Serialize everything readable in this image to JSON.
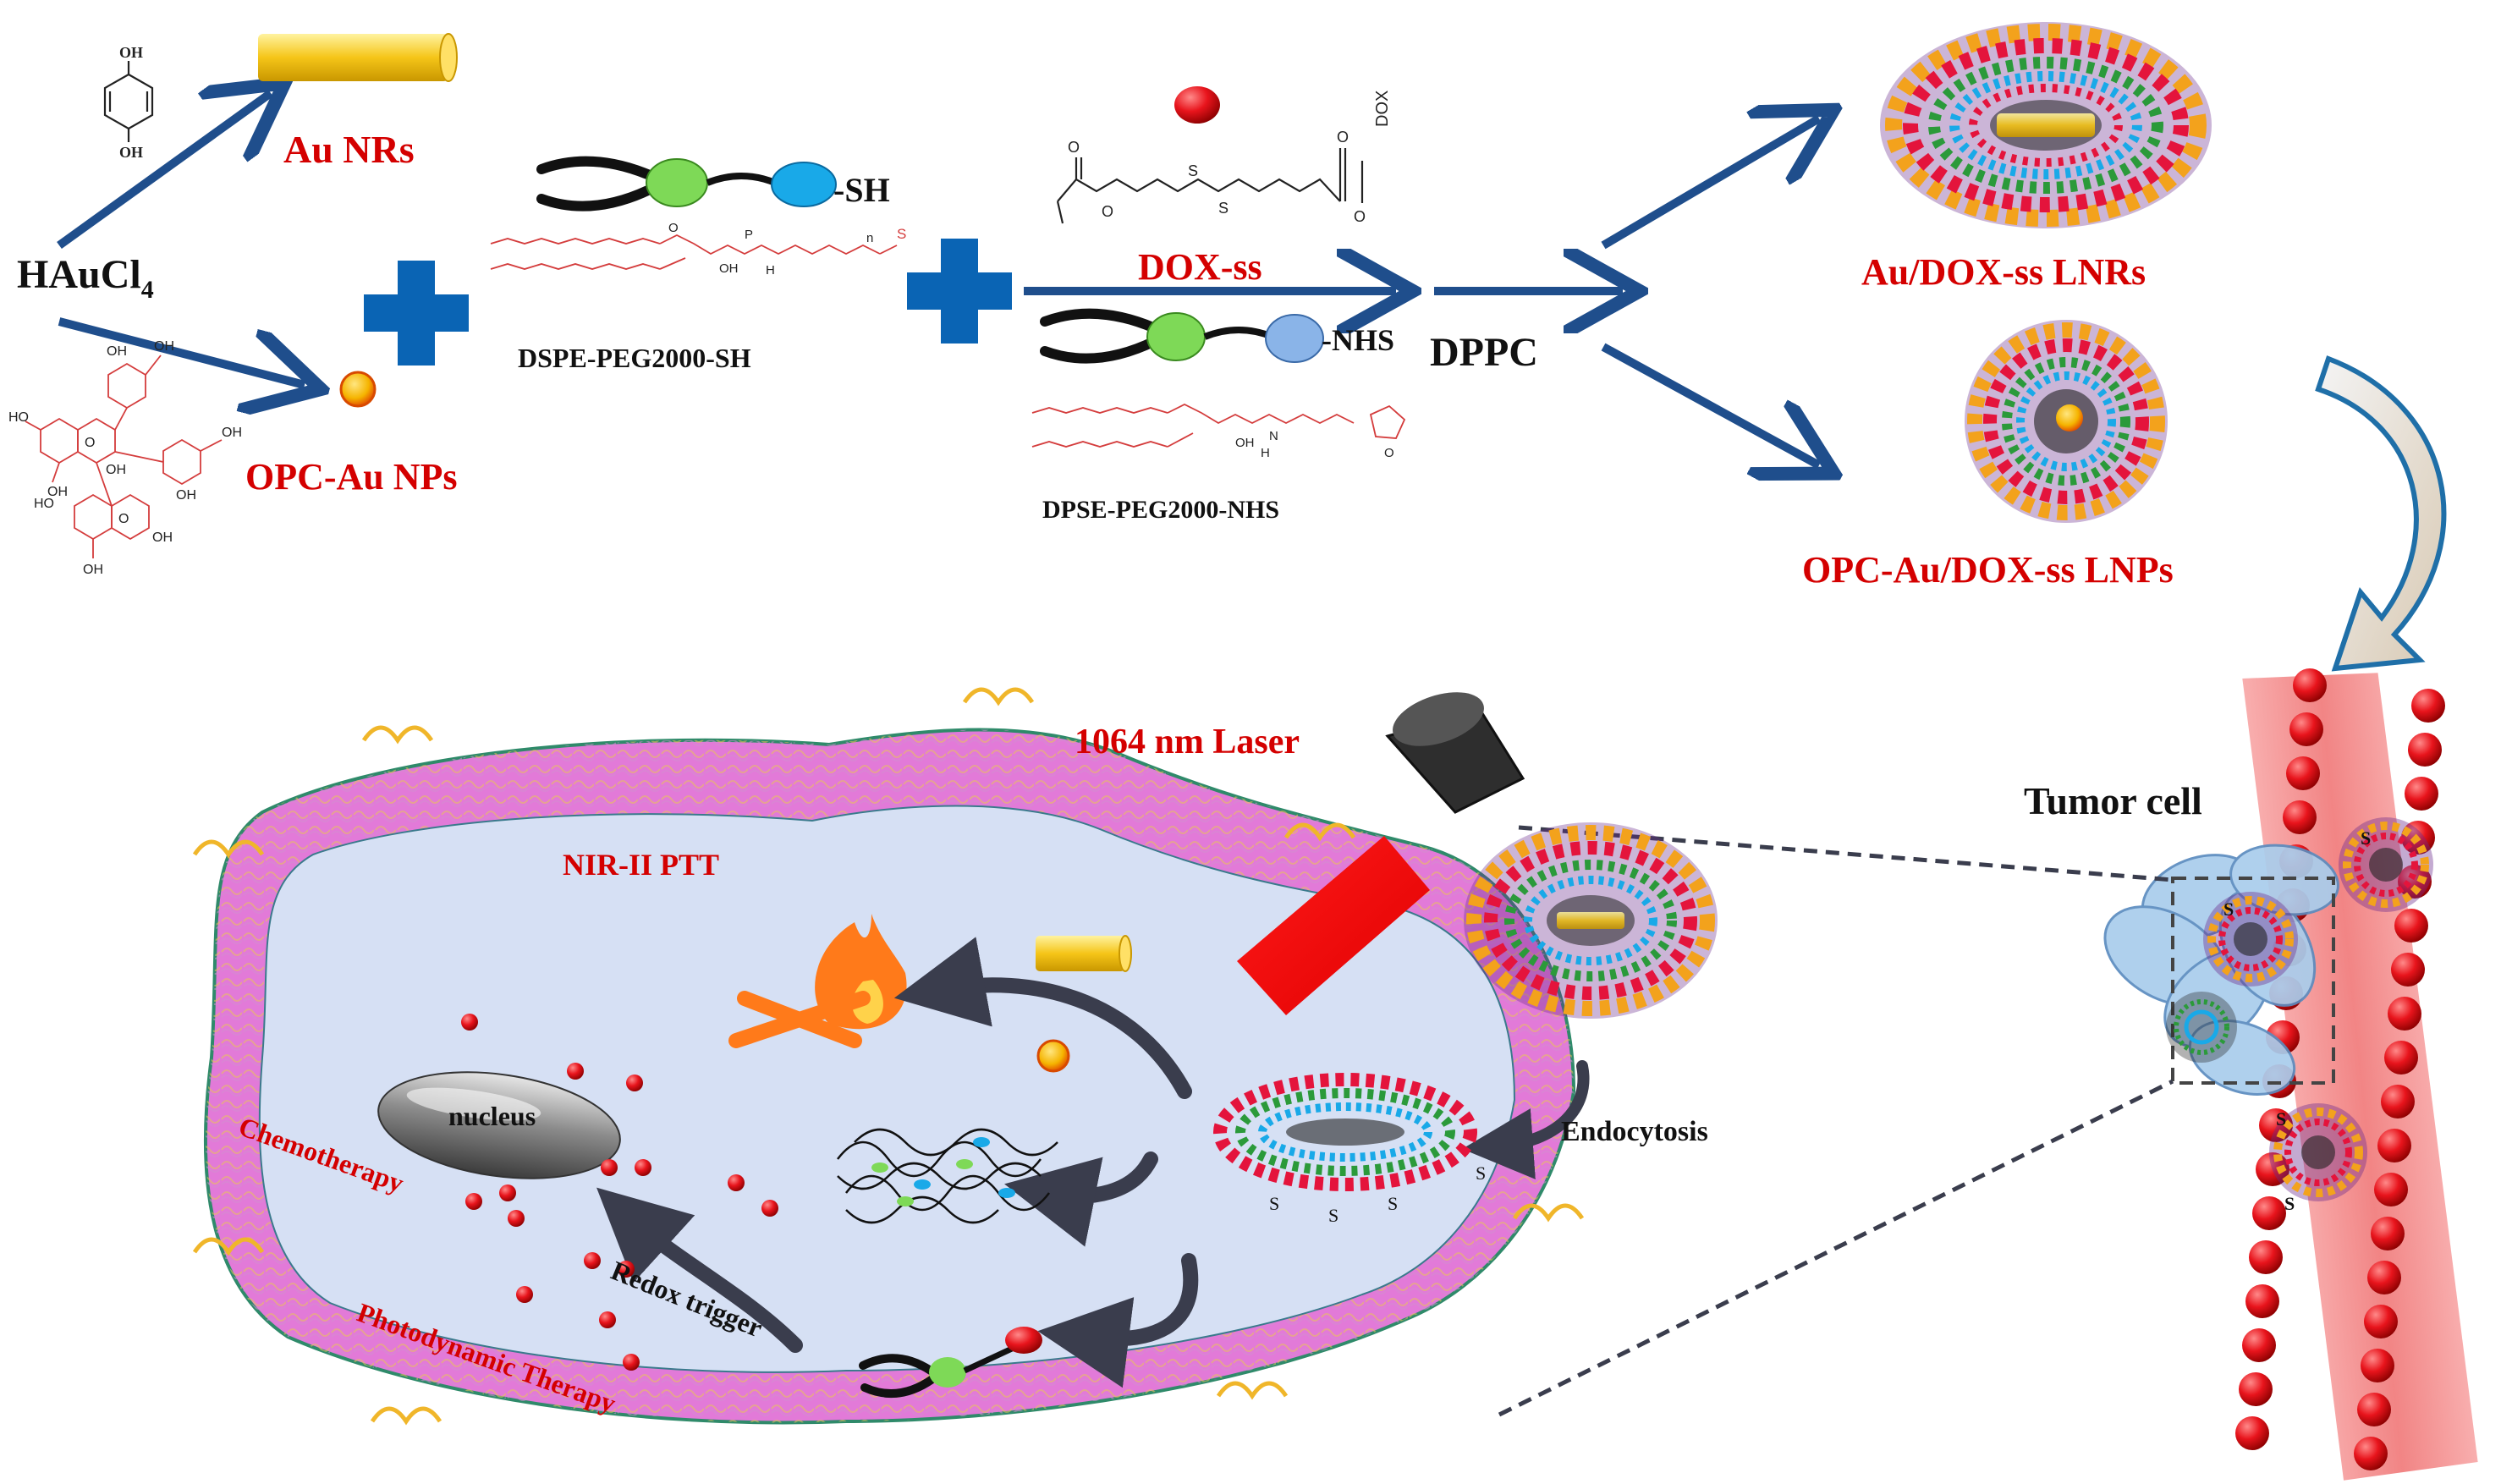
{
  "synthesis": {
    "precursor": "HAuCl",
    "precursor_sub": "4",
    "au_nrs": "Au NRs",
    "opc_au_nps": "OPC-Au NPs",
    "sh_tag": "-SH",
    "dspe_peg_sh": "DSPE-PEG2000-SH",
    "dox_ss": "DOX-ss",
    "dox_tag": "DOX",
    "nhs_tag": "-NHS",
    "dpse_peg_nhs": "DPSE-PEG2000-NHS",
    "dppc": "DPPC",
    "au_dox_lnrs": "Au/DOX-ss  LNRs",
    "opc_au_dox_lnps": "OPC-Au/DOX-ss  LNPs"
  },
  "chem": {
    "oh": "OH",
    "ho": "HO",
    "o": "O",
    "s": "S",
    "h": "H",
    "n": "N",
    "p": "P",
    "n_sub": "n"
  },
  "therapy": {
    "laser": "1064 nm Laser",
    "ptt": "NIR-II PTT",
    "nucleus": "nucleus",
    "chemo": "Chemotherapy",
    "pdt": "Photodynamic Therapy",
    "redox": "Redox trigger",
    "endocytosis": "Endocytosis",
    "tumor_cell": "Tumor cell"
  },
  "colors": {
    "red_label": "#d40000",
    "arrow_blue": "#1f4e8c",
    "plus_blue": "#0a64b4",
    "membrane": "#e27ad8",
    "cytoplasm": "#d6e0f4",
    "rod_gold": "#f5c518",
    "dox_red": "#e8141c",
    "vessel": "#ef6f6f"
  }
}
